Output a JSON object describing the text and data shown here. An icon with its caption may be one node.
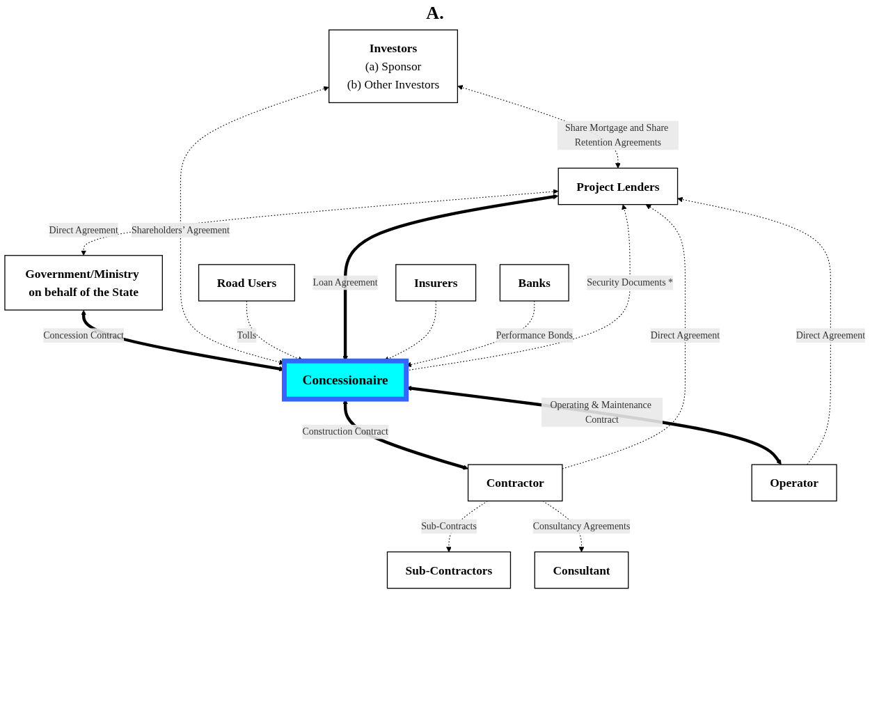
{
  "diagram": {
    "title": "A.",
    "nodes": [
      {
        "text": [
          "Investors",
          "(a) Sponsor",
          "(b) Other Investors"
        ]
      },
      {
        "text": [
          "Government/Ministry on behalf of the State"
        ]
      },
      {
        "text": [
          "Road Users"
        ]
      },
      {
        "text": [
          "Project Lenders"
        ]
      },
      {
        "text": [
          "Concessionaire"
        ]
      },
      {
        "text": [
          "Insurers"
        ]
      },
      {
        "text": [
          "Banks"
        ]
      },
      {
        "text": [
          "Contractor"
        ]
      },
      {
        "text": [
          "Operator"
        ]
      },
      {
        "text": [
          "Sub-Contractors"
        ]
      },
      {
        "text": [
          "Consultant"
        ]
      }
    ],
    "edges": [
      {
        "from": 1,
        "to": 4,
        "arrow": "both",
        "style": "thick",
        "label": "Concession Contract"
      },
      {
        "from": 3,
        "to": 1,
        "arrow": "both",
        "style": "dashed",
        "label": "Direct Agreement"
      },
      {
        "from": 0,
        "to": 3,
        "arrow": "both",
        "style": "dashed",
        "label": "Share Mortgage and Share Retention Agreements"
      },
      {
        "from": 0,
        "to": 4,
        "arrow": "both",
        "style": "dashed",
        "label": "Shareholders’ Agreement"
      },
      {
        "from": 2,
        "to": 4,
        "arrow": "to",
        "style": "dashed",
        "label": "Tolls"
      },
      {
        "from": 3,
        "to": 4,
        "arrow": "both",
        "style": "thick",
        "label": "Loan Agreement"
      },
      {
        "from": 4,
        "to": 3,
        "arrow": "to",
        "style": "dashed",
        "label": "Security Documents *"
      },
      {
        "from": 5,
        "to": 4,
        "arrow": "to",
        "style": "dashed"
      },
      {
        "from": 6,
        "to": 4,
        "arrow": "to",
        "style": "dashed",
        "label": "Performance Bonds"
      },
      {
        "from": 4,
        "to": 7,
        "arrow": "both",
        "style": "thick",
        "label": "Construction Contract"
      },
      {
        "from": 4,
        "to": 8,
        "arrow": "both",
        "style": "thick",
        "label": "Operating & Maintenance Contract"
      },
      {
        "from": 7,
        "to": 3,
        "arrow": "to",
        "style": "dashed",
        "label": "Direct Agreement"
      },
      {
        "from": 7,
        "to": 9,
        "arrow": "to",
        "style": "dashed",
        "label": "Sub-Contracts"
      },
      {
        "from": 7,
        "to": 10,
        "arrow": "to",
        "style": "dashed",
        "label": "Consultancy Agreements"
      },
      {
        "from": 8,
        "to": 3,
        "arrow": "to",
        "style": "dashed",
        "label": "Direct Agreement"
      }
    ]
  }
}
